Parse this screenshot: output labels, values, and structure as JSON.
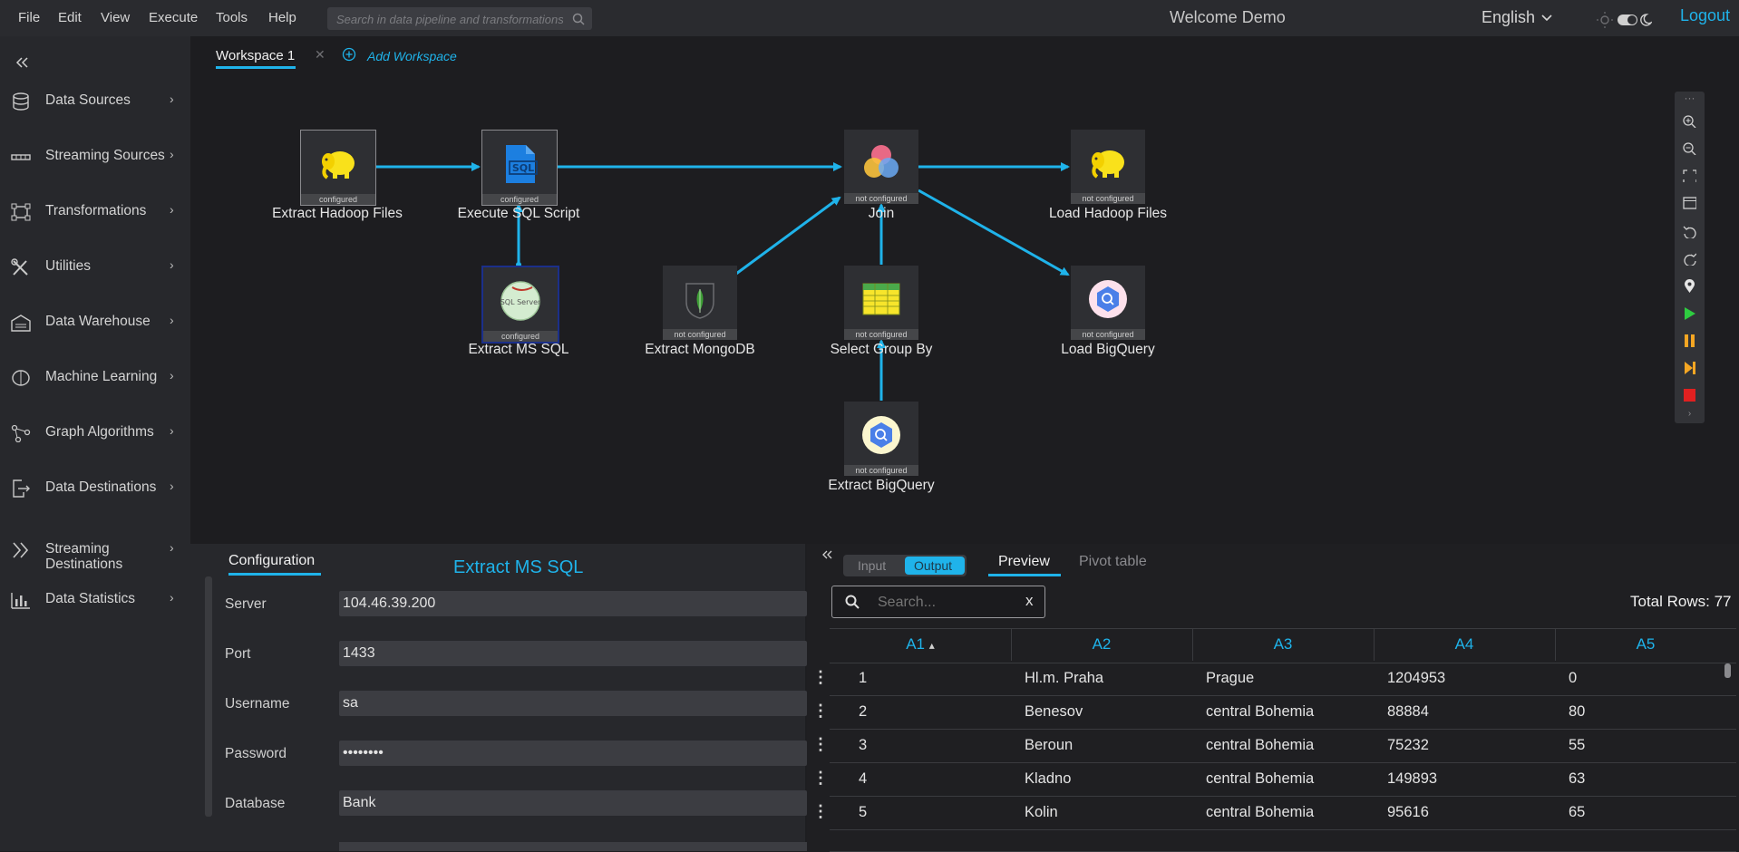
{
  "menu": [
    "File",
    "Edit",
    "View",
    "Execute",
    "Tools",
    "Help"
  ],
  "search": {
    "placeholder": "Search in data pipeline and transformations"
  },
  "header": {
    "title": "Welcome Demo",
    "language": "English",
    "logout": "Logout"
  },
  "sidebar": {
    "collapse_icon": "double-chevron-left",
    "items": [
      {
        "label": "Data Sources",
        "icon": "database-icon"
      },
      {
        "label": "Streaming Sources",
        "icon": "stream-icon"
      },
      {
        "label": "Transformations",
        "icon": "transform-icon"
      },
      {
        "label": "Utilities",
        "icon": "tools-icon"
      },
      {
        "label": "Data Warehouse",
        "icon": "warehouse-icon"
      },
      {
        "label": "Machine Learning",
        "icon": "brain-icon"
      },
      {
        "label": "Graph Algorithms",
        "icon": "graph-icon"
      },
      {
        "label": "Data Destinations",
        "icon": "export-icon"
      },
      {
        "label": "Streaming Destinations",
        "icon": "double-chevron-right-icon"
      },
      {
        "label": "Data Statistics",
        "icon": "bar-chart-icon"
      }
    ]
  },
  "workspace": {
    "tab": "Workspace 1",
    "add": "Add Workspace"
  },
  "nodes": [
    {
      "id": "n1",
      "label": "Extract Hadoop Files",
      "status": "configured",
      "icon": "hadoop-elephant-icon"
    },
    {
      "id": "n2",
      "label": "Execute SQL Script",
      "status": "configured",
      "icon": "sql-file-icon"
    },
    {
      "id": "n3",
      "label": "Join",
      "status": "not configured",
      "icon": "venn-join-icon"
    },
    {
      "id": "n4",
      "label": "Load Hadoop Files",
      "status": "not configured",
      "icon": "hadoop-elephant-icon"
    },
    {
      "id": "n5",
      "label": "Extract MS SQL",
      "status": "configured",
      "icon": "sql-server-icon"
    },
    {
      "id": "n6",
      "label": "Extract MongoDB",
      "status": "not configured",
      "icon": "mongodb-leaf-icon"
    },
    {
      "id": "n7",
      "label": "Select Group By",
      "status": "not configured",
      "icon": "table-group-icon"
    },
    {
      "id": "n8",
      "label": "Load BigQuery",
      "status": "not configured",
      "icon": "bigquery-icon"
    },
    {
      "id": "n9",
      "label": "Extract BigQuery",
      "status": "not configured",
      "icon": "bigquery-icon"
    }
  ],
  "edges": [
    [
      "n1",
      "n2"
    ],
    [
      "n2",
      "n3"
    ],
    [
      "n3",
      "n4"
    ],
    [
      "n5",
      "n2"
    ],
    [
      "n6",
      "n3"
    ],
    [
      "n7",
      "n3"
    ],
    [
      "n3",
      "n8"
    ],
    [
      "n9",
      "n7"
    ]
  ],
  "toolbar": [
    "more-icon",
    "zoom-in-icon",
    "zoom-out-icon",
    "fit-screen-icon",
    "window-icon",
    "undo-icon",
    "redo-icon",
    "location-icon",
    "run-icon",
    "pause-icon",
    "step-icon",
    "stop-icon"
  ],
  "config": {
    "tab": "Configuration",
    "title": "Extract MS SQL",
    "fields": [
      {
        "label": "Server",
        "value": "104.46.39.200"
      },
      {
        "label": "Port",
        "value": "1433"
      },
      {
        "label": "Username",
        "value": "sa"
      },
      {
        "label": "Password",
        "value": "••••••••"
      },
      {
        "label": "Database",
        "value": "Bank"
      }
    ]
  },
  "preview": {
    "toggle": [
      "Input",
      "Output"
    ],
    "tabs": [
      "Preview",
      "Pivot table"
    ],
    "search_placeholder": "Search...",
    "clear": "x",
    "total_rows": "Total Rows: 77",
    "columns": [
      "A1",
      "A2",
      "A3",
      "A4",
      "A5"
    ],
    "rows": [
      [
        "1",
        "Hl.m. Praha",
        "Prague",
        "1204953",
        "0"
      ],
      [
        "2",
        "Benesov",
        "central Bohemia",
        "88884",
        "80"
      ],
      [
        "3",
        "Beroun",
        "central Bohemia",
        "75232",
        "55"
      ],
      [
        "4",
        "Kladno",
        "central Bohemia",
        "149893",
        "63"
      ],
      [
        "5",
        "Kolin",
        "central Bohemia",
        "95616",
        "65"
      ]
    ]
  },
  "colors": {
    "accent": "#1fb3ea",
    "run": "#2ecc40",
    "pause": "#f5a623",
    "stop": "#e02020"
  }
}
